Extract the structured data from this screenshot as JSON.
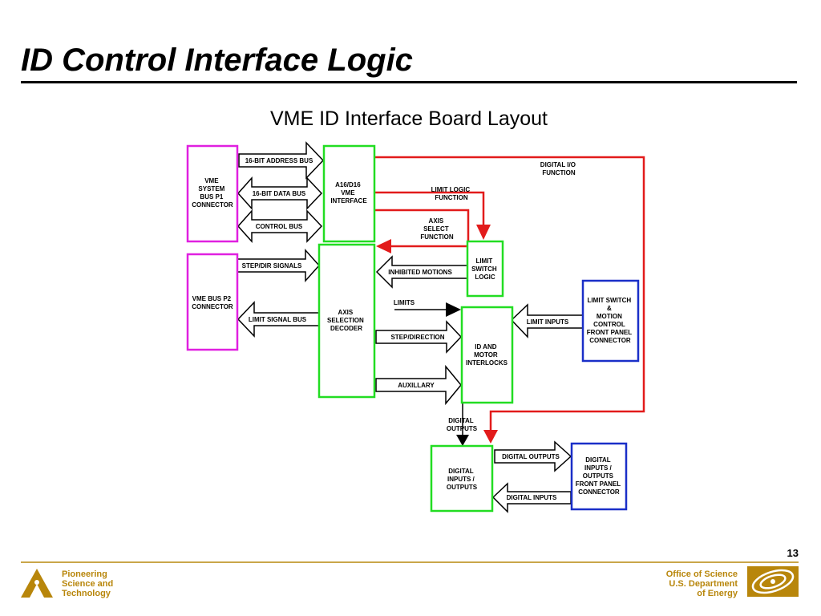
{
  "slide": {
    "title": "ID Control Interface Logic",
    "subtitle": "VME ID Interface Board Layout",
    "page_number": "13"
  },
  "footer": {
    "left_lines": [
      "Pioneering",
      "Science and",
      "Technology"
    ],
    "right_lines": [
      "Office of Science",
      "U.S. Department",
      "of Energy"
    ]
  },
  "colors": {
    "vme_block": "#e020e0",
    "logic_block": "#22dd22",
    "connector_block": "#1a2fc8",
    "signal_line": "#e21b1b",
    "accent": "#b8860b"
  },
  "diagram": {
    "blocks": {
      "p1": [
        "VME",
        "SYSTEM",
        "BUS P1",
        "CONNECTOR"
      ],
      "p2": [
        "VME BUS P2",
        "CONNECTOR"
      ],
      "vme_if": [
        "A16/D16",
        "VME",
        "INTERFACE"
      ],
      "axis_dec": [
        "AXIS",
        "SELECTION",
        "DECODER"
      ],
      "limit_sw": [
        "LIMIT",
        "SWITCH",
        "LOGIC"
      ],
      "interlocks": [
        "ID AND",
        "MOTOR",
        "INTERLOCKS"
      ],
      "dio": [
        "DIGITAL",
        "INPUTS /",
        "OUTPUTS"
      ],
      "front_ls": [
        "LIMIT SWITCH",
        "&",
        "MOTION",
        "CONTROL",
        "FRONT PANEL",
        "CONNECTOR"
      ],
      "front_dio": [
        "DIGITAL",
        "INPUTS /",
        "OUTPUTS",
        "FRONT PANEL",
        "CONNECTOR"
      ]
    },
    "buses": {
      "addr": "16-BIT ADDRESS BUS",
      "data": "16-BIT DATA BUS",
      "ctrl": "CONTROL BUS",
      "step_dir_sig": "STEP/DIR SIGNALS",
      "limit_sig_bus": "LIMIT SIGNAL BUS",
      "inhibited": "INHIBITED MOTIONS",
      "step_direction": "STEP/DIRECTION",
      "auxillary": "AUXILLARY",
      "limit_inputs": "LIMIT INPUTS",
      "dig_outputs_bus": "DIGITAL OUTPUTS",
      "dig_inputs_bus": "DIGITAL INPUTS"
    },
    "labels": {
      "digital_io_func": [
        "DIGITAL I/O",
        "FUNCTION"
      ],
      "limit_logic_func": [
        "LIMIT LOGIC",
        "FUNCTION"
      ],
      "axis_select_func": [
        "AXIS",
        "SELECT",
        "FUNCTION"
      ],
      "limits": "LIMITS",
      "digital_outputs": [
        "DIGITAL",
        "OUTPUTS"
      ]
    }
  }
}
